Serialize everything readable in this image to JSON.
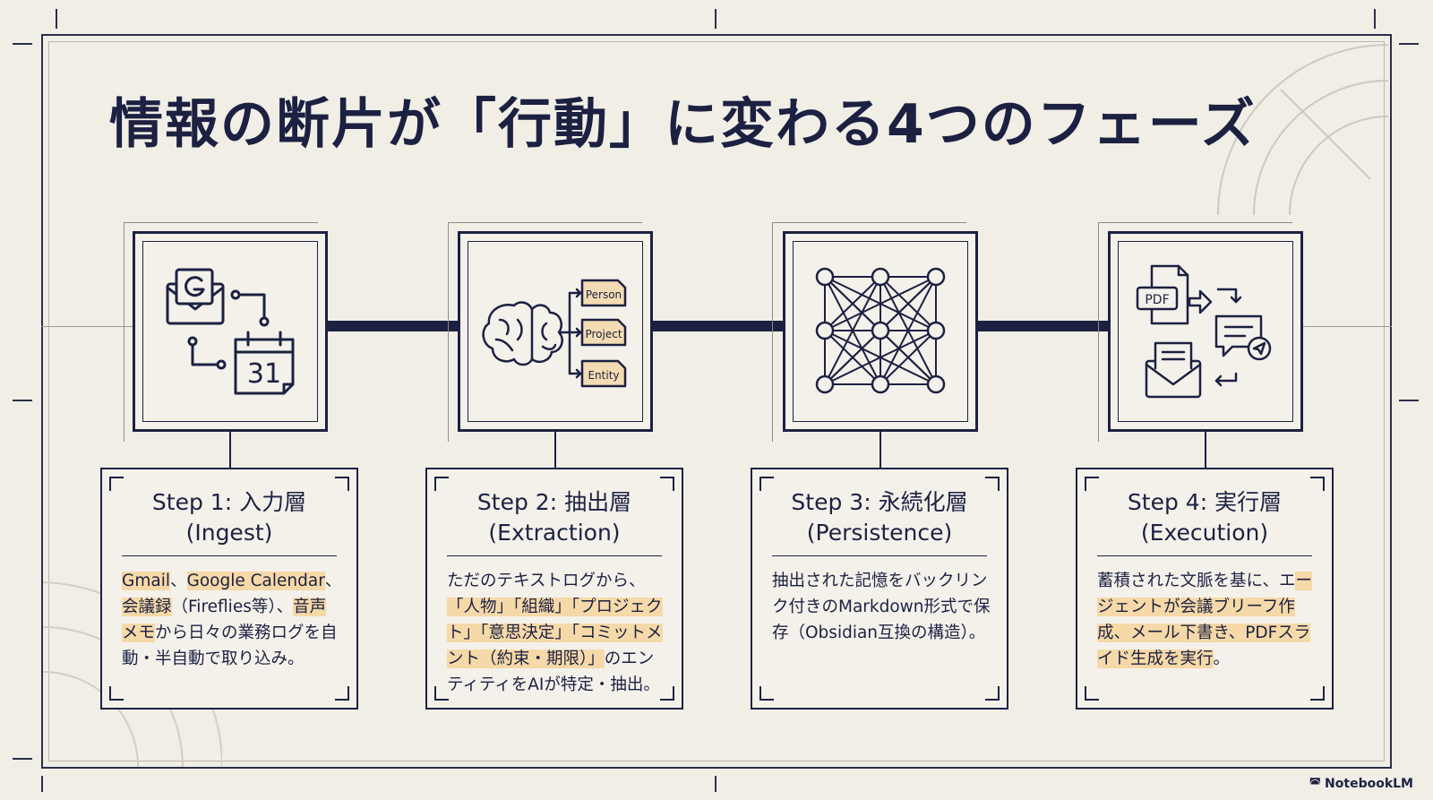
{
  "title": "情報の断片が「行動」に変わる4つのフェーズ",
  "steps": [
    {
      "title_line1": "Step 1: 入力層",
      "title_line2": "(Ingest)",
      "icon": "ingest-icon",
      "body": [
        {
          "t": "Gmail",
          "h": true
        },
        {
          "t": "、",
          "h": false
        },
        {
          "t": "Google Calendar",
          "h": true
        },
        {
          "t": "、",
          "h": false
        },
        {
          "t": "会議録",
          "h": true
        },
        {
          "t": "（Fireflies等）、",
          "h": false
        },
        {
          "t": "音声メモ",
          "h": true
        },
        {
          "t": "から日々の業務ログを自動・半自動で取り込み。",
          "h": false
        }
      ]
    },
    {
      "title_line1": "Step 2: 抽出層",
      "title_line2": "(Extraction)",
      "icon": "extraction-icon",
      "labels": [
        "Person",
        "Project",
        "Entity"
      ],
      "body": [
        {
          "t": "ただのテキストログから、",
          "h": false
        },
        {
          "t": "「人物」「組織」「プロジェクト」「意思決定」「コミットメント（約束・期限）」",
          "h": true
        },
        {
          "t": "のエンティティをAIが特定・抽出。",
          "h": false
        }
      ]
    },
    {
      "title_line1": "Step 3: 永続化層",
      "title_line2": "(Persistence)",
      "icon": "network-icon",
      "body": [
        {
          "t": "抽出された記憶をバックリンク付きのMarkdown形式で保存（Obsidian互換の構造）。",
          "h": false
        }
      ]
    },
    {
      "title_line1": "Step 4: 実行層",
      "title_line2": "(Execution)",
      "icon": "execution-icon",
      "pdf_label": "PDF",
      "body": [
        {
          "t": "蓄積された文脈を基に、エ",
          "h": false
        },
        {
          "t": "ージェントが会議ブリーフ作成、メール下書き、PDFスライド生成を実行",
          "h": true
        },
        {
          "t": "。",
          "h": false
        }
      ]
    }
  ],
  "brand": "NotebookLM",
  "colors": {
    "ink": "#1c2142",
    "paper": "#f1eee6",
    "highlight": "#f6d9a8"
  }
}
